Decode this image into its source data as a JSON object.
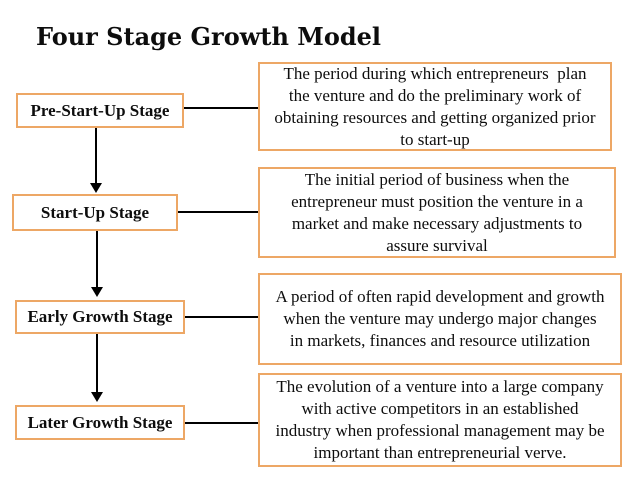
{
  "title": "Four Stage Growth Model",
  "stages": [
    {
      "label": "Pre-Start-Up Stage",
      "description_lines": [
        "The period during which entrepreneurs  plan",
        "the venture and do the preliminary work of",
        "obtaining resources and getting organized prior",
        "to start-up"
      ]
    },
    {
      "label": "Start-Up Stage",
      "description_lines": [
        "The initial period of business when the",
        "entrepreneur must position the venture in a",
        "market and make necessary adjustments to",
        "assure survival"
      ]
    },
    {
      "label": "Early Growth Stage",
      "description_lines": [
        "A period of often rapid development and growth",
        "when the venture may undergo major changes",
        "in markets, finances and resource utilization"
      ]
    },
    {
      "label": "Later Growth Stage",
      "description_lines": [
        "The evolution of a venture into a large company",
        "with active competitors in an established",
        "industry when professional management may be",
        "important than entrepreneurial verve."
      ]
    }
  ],
  "colors": {
    "box_border": "#eda765",
    "connector_line": "#000000",
    "text": "#0d0d0d",
    "background": "#ffffff"
  }
}
